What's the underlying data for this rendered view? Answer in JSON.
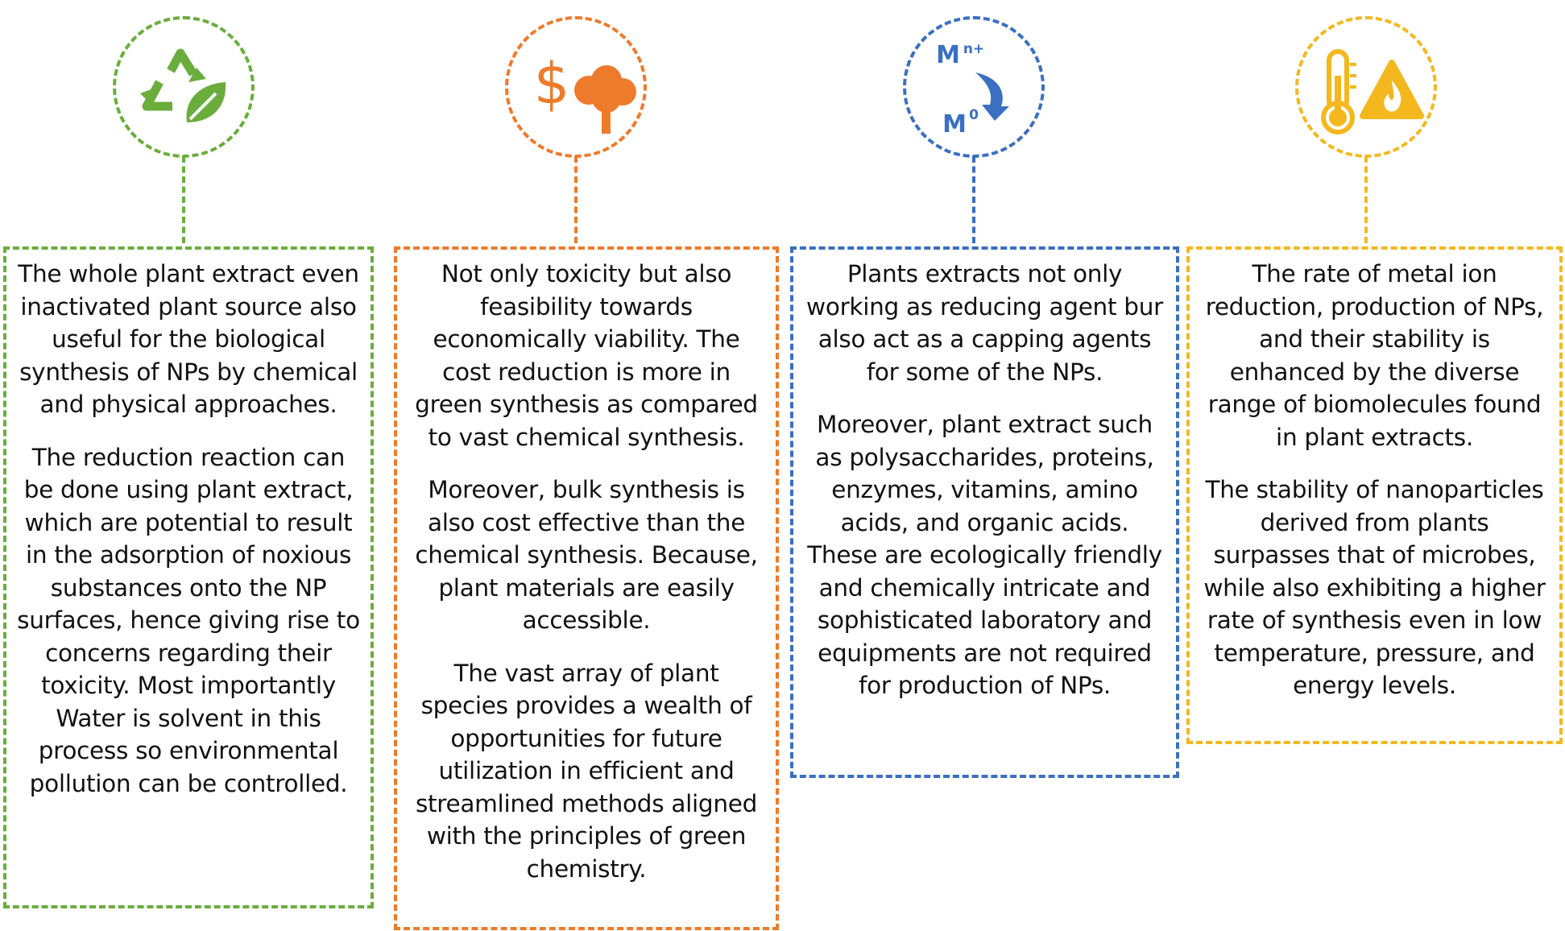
{
  "colors": {
    "green": "#6aad3d",
    "orange": "#ee7a2b",
    "blue": "#3a6fc2",
    "yellow": "#f4b81e"
  },
  "columns": [
    {
      "icon": "recycle-leaf-icon",
      "icon_labels": [],
      "paragraphs": [
        "The whole plant extract even inactivated plant source also useful for the biological synthesis of NPs by chemical and physical approaches.",
        "The reduction reaction can be done using plant extract, which are potential to result in the adsorption of noxious substances onto the NP surfaces, hence giving rise to concerns regarding their toxicity. Most importantly Water is solvent in this process so environmental pollution can be controlled."
      ]
    },
    {
      "icon": "dollar-tree-icon",
      "icon_labels": [
        "$"
      ],
      "paragraphs": [
        "Not only toxicity but also feasibility towards economically viability. The cost reduction is more in green synthesis as compared to vast chemical synthesis.",
        "Moreover, bulk synthesis is also cost effective than the chemical synthesis. Because, plant materials are easily accessible.",
        "The vast array of plant species provides a wealth of opportunities for future utilization in efficient and streamlined methods aligned with the principles of green chemistry."
      ]
    },
    {
      "icon": "metal-ion-reduction-icon",
      "icon_labels": [
        "M",
        "n+",
        "M",
        "0"
      ],
      "paragraphs": [
        "Plants extracts not only working as reducing agent bur also act as a capping agents for some of the NPs.",
        "Moreover, plant extract such as polysaccharides, proteins, enzymes, vitamins, amino acids, and organic acids.  These are ecologically friendly and chemically intricate and sophisticated laboratory and equipments are not required for production of NPs."
      ]
    },
    {
      "icon": "thermometer-fire-warning-icon",
      "icon_labels": [],
      "paragraphs": [
        "The rate of metal ion reduction, production of NPs, and their stability is enhanced by the diverse range of biomolecules found in plant extracts.",
        "The stability of nanoparticles derived from plants surpasses that of microbes, while also exhibiting a higher rate of synthesis even in low temperature, pressure, and energy levels."
      ]
    }
  ]
}
